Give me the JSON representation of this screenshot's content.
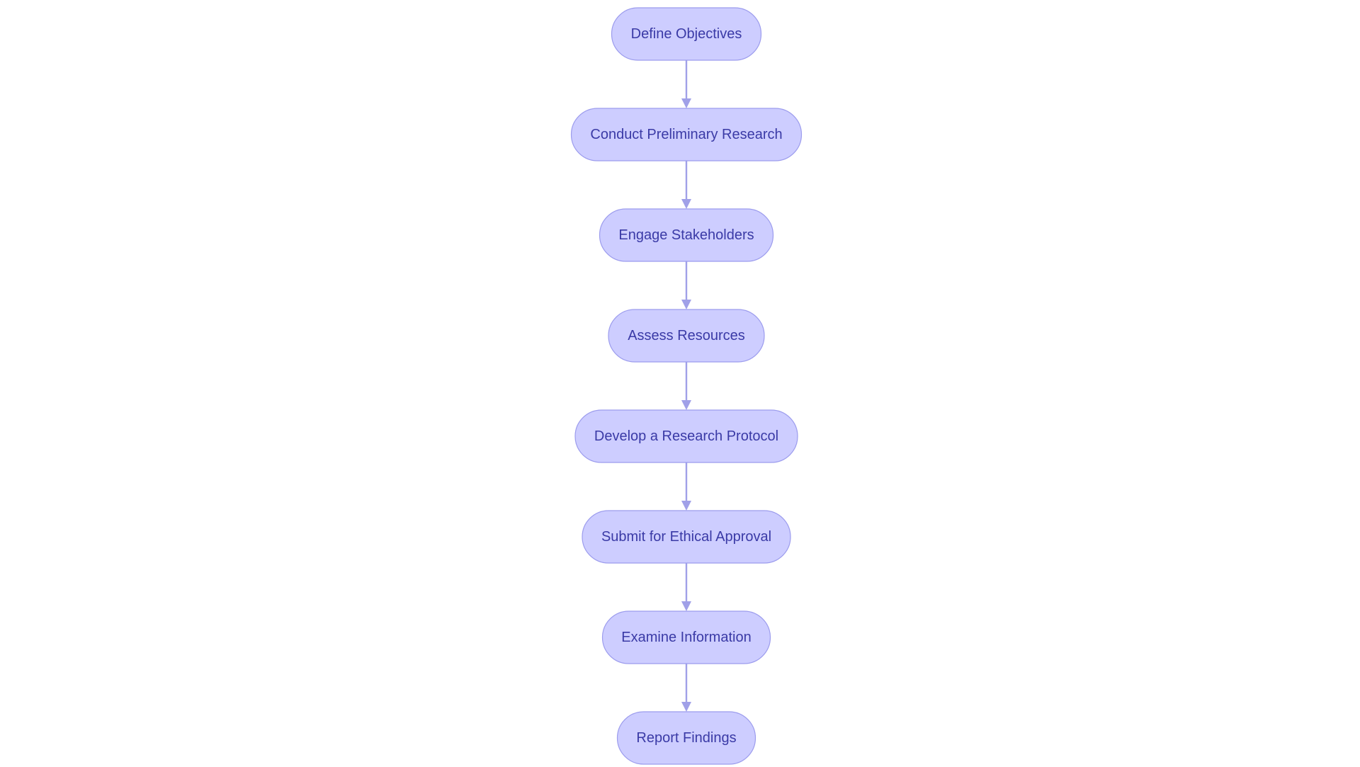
{
  "flowchart": {
    "direction": "top-to-bottom",
    "colors": {
      "node_fill": "#cdcdff",
      "node_stroke": "#9c9ced",
      "text": "#3a3aa6",
      "edge": "#a0a0e8",
      "background": "#ffffff"
    },
    "nodes": [
      {
        "id": "define-objectives",
        "label": "Define Objectives"
      },
      {
        "id": "conduct-preliminary-research",
        "label": "Conduct Preliminary Research"
      },
      {
        "id": "engage-stakeholders",
        "label": "Engage Stakeholders"
      },
      {
        "id": "assess-resources",
        "label": "Assess Resources"
      },
      {
        "id": "develop-research-protocol",
        "label": "Develop a Research Protocol"
      },
      {
        "id": "submit-ethical-approval",
        "label": "Submit for Ethical Approval"
      },
      {
        "id": "examine-information",
        "label": "Examine Information"
      },
      {
        "id": "report-findings",
        "label": "Report Findings"
      }
    ],
    "edges": [
      {
        "from": "define-objectives",
        "to": "conduct-preliminary-research"
      },
      {
        "from": "conduct-preliminary-research",
        "to": "engage-stakeholders"
      },
      {
        "from": "engage-stakeholders",
        "to": "assess-resources"
      },
      {
        "from": "assess-resources",
        "to": "develop-research-protocol"
      },
      {
        "from": "develop-research-protocol",
        "to": "submit-ethical-approval"
      },
      {
        "from": "submit-ethical-approval",
        "to": "examine-information"
      },
      {
        "from": "examine-information",
        "to": "report-findings"
      }
    ]
  }
}
